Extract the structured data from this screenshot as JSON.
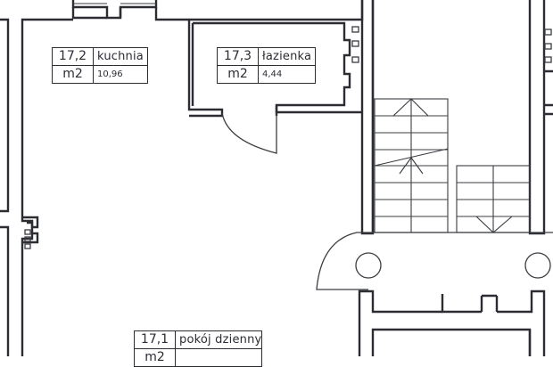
{
  "drawing": {
    "type": "architectural floor plan",
    "stroke_color": "#2b2d33",
    "background": "#ffffff"
  },
  "rooms": [
    {
      "id": "17,2",
      "name": "kuchnia",
      "unit": "m2",
      "area": "10,96"
    },
    {
      "id": "17,3",
      "name": "łazienka",
      "unit": "m2",
      "area": "4,44"
    },
    {
      "id": "17,1",
      "name": "pokój dzienny",
      "unit": "m2",
      "area": ""
    }
  ],
  "elements": {
    "stairs_up_arrows": 2,
    "stairs_down_arrows": 1,
    "columns": 2
  }
}
